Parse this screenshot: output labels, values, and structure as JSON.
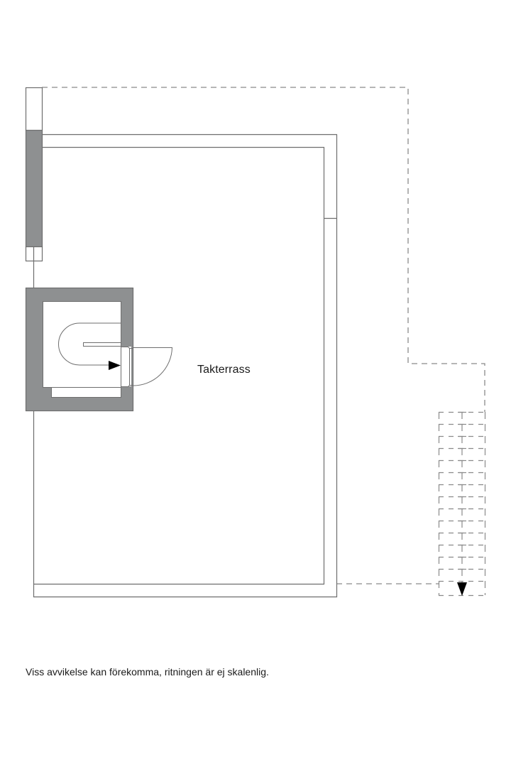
{
  "floorplan": {
    "room_label": "Takterrass",
    "disclaimer": "Viss avvikelse kan förekomma, ritningen är ej skalenlig.",
    "colors": {
      "wall_fill": "#8e9091",
      "line": "#6e6e6e",
      "dashed_line": "#8a8a8a",
      "background": "#ffffff",
      "arrow": "#000000"
    },
    "elements": [
      {
        "type": "window-strip",
        "label": "left window"
      },
      {
        "type": "stairwell",
        "label": "spiral staircase"
      },
      {
        "type": "door",
        "label": "stair door swing"
      },
      {
        "type": "ladder",
        "label": "ladder / stair down",
        "rungs": 15
      },
      {
        "type": "dashed-outline",
        "label": "roof edge"
      }
    ]
  }
}
